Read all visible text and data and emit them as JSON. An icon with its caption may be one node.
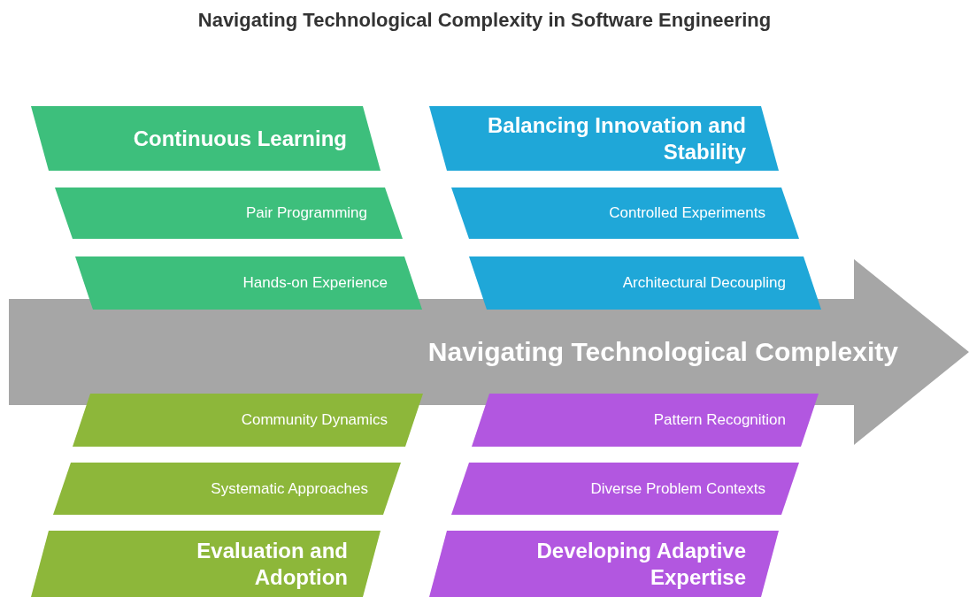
{
  "diagram": {
    "title": "Navigating Technological Complexity in Software Engineering",
    "nodes": [
      {
        "text": [
          "Continuous Learning"
        ]
      },
      {
        "text": [
          "Balancing Innovation and Stability"
        ]
      },
      {
        "text": [
          "Pair Programming"
        ]
      },
      {
        "text": [
          "Controlled Experiments"
        ]
      },
      {
        "text": [
          "Hands-on Experience"
        ]
      },
      {
        "text": [
          "Architectural Decoupling"
        ]
      },
      {
        "text": [
          "Navigating Technological Complexity"
        ]
      },
      {
        "text": [
          "Community Dynamics"
        ]
      },
      {
        "text": [
          "Pattern Recognition"
        ]
      },
      {
        "text": [
          "Systematic Approaches"
        ]
      },
      {
        "text": [
          "Diverse Problem Contexts"
        ]
      },
      {
        "text": [
          "Evaluation and Adoption"
        ]
      },
      {
        "text": [
          "Developing Adaptive Expertise"
        ]
      }
    ]
  }
}
